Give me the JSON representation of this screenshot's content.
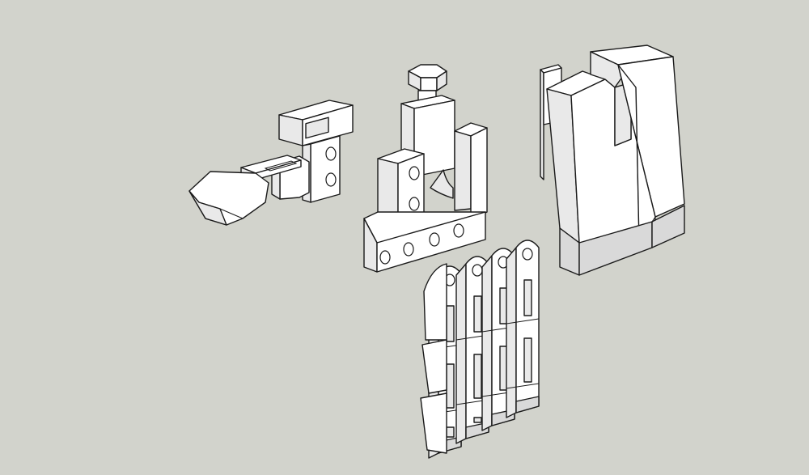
{
  "canvas": {
    "background": "#d2d3cc",
    "face_light": "#ffffff",
    "face_mid": "#e9e9e9",
    "face_dark": "#d9d9d9",
    "edge": "#1a1a1a"
  },
  "models": [
    {
      "id": "hinge-bracket",
      "kind": "hinge-clamp"
    },
    {
      "id": "bolt-bracket",
      "kind": "screw-mount"
    },
    {
      "id": "jaw-block",
      "kind": "block"
    },
    {
      "id": "finger-chain",
      "kind": "segmented-hand"
    }
  ]
}
